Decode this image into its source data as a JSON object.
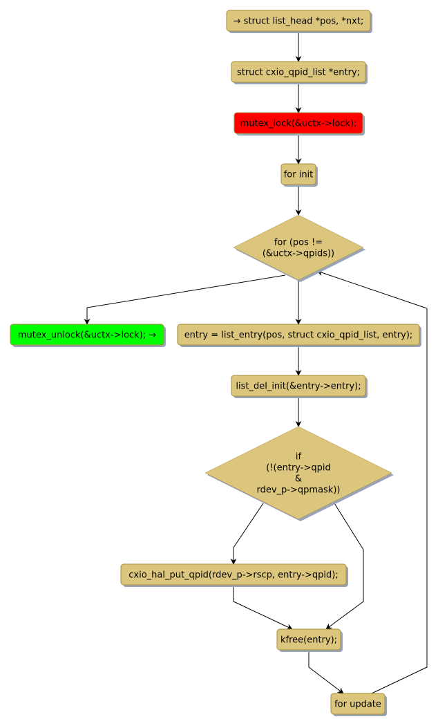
{
  "diagram": {
    "type": "flowchart",
    "colors": {
      "default_fill": "#dcc67d",
      "default_stroke": "#a68e3c",
      "lock_fill": "#ff0000",
      "unlock_fill": "#00ff00",
      "edge": "#000000",
      "shadow": "#9aa4b8"
    },
    "nodes": [
      {
        "id": "decl_pos",
        "shape": "box",
        "style": "default",
        "label": "→ struct list_head *pos, *nxt;"
      },
      {
        "id": "decl_entry",
        "shape": "box",
        "style": "default",
        "label": "struct cxio_qpid_list *entry;"
      },
      {
        "id": "mutex_lock",
        "shape": "box",
        "style": "lock",
        "label": "mutex_lock(&uctx->lock);"
      },
      {
        "id": "for_init",
        "shape": "box",
        "style": "default",
        "label": "for init"
      },
      {
        "id": "for_cond",
        "shape": "diamond",
        "style": "default",
        "label": [
          "for (pos !=",
          "(&uctx->qpids))"
        ]
      },
      {
        "id": "mutex_unlock",
        "shape": "box",
        "style": "unlock",
        "label": "mutex_unlock(&uctx->lock); →"
      },
      {
        "id": "list_entry",
        "shape": "box",
        "style": "default",
        "label": "entry = list_entry(pos, struct cxio_qpid_list, entry);"
      },
      {
        "id": "list_del",
        "shape": "box",
        "style": "default",
        "label": "list_del_init(&entry->entry);"
      },
      {
        "id": "if_cond",
        "shape": "diamond",
        "style": "default",
        "label": [
          "if",
          "(!(entry->qpid",
          "&",
          "rdev_p->qpmask))"
        ]
      },
      {
        "id": "put_qpid",
        "shape": "box",
        "style": "default",
        "label": "cxio_hal_put_qpid(rdev_p->rscp, entry->qpid);"
      },
      {
        "id": "kfree",
        "shape": "box",
        "style": "default",
        "label": "kfree(entry);"
      },
      {
        "id": "for_update",
        "shape": "box",
        "style": "default",
        "label": "for update"
      }
    ],
    "edges": [
      {
        "from": "decl_pos",
        "to": "decl_entry"
      },
      {
        "from": "decl_entry",
        "to": "mutex_lock"
      },
      {
        "from": "mutex_lock",
        "to": "for_init"
      },
      {
        "from": "for_init",
        "to": "for_cond"
      },
      {
        "from": "for_cond",
        "to": "mutex_unlock"
      },
      {
        "from": "for_cond",
        "to": "list_entry"
      },
      {
        "from": "list_entry",
        "to": "list_del"
      },
      {
        "from": "list_del",
        "to": "if_cond"
      },
      {
        "from": "if_cond",
        "to": "put_qpid"
      },
      {
        "from": "if_cond",
        "to": "kfree"
      },
      {
        "from": "put_qpid",
        "to": "kfree"
      },
      {
        "from": "kfree",
        "to": "for_update"
      },
      {
        "from": "for_update",
        "to": "for_cond"
      }
    ]
  }
}
